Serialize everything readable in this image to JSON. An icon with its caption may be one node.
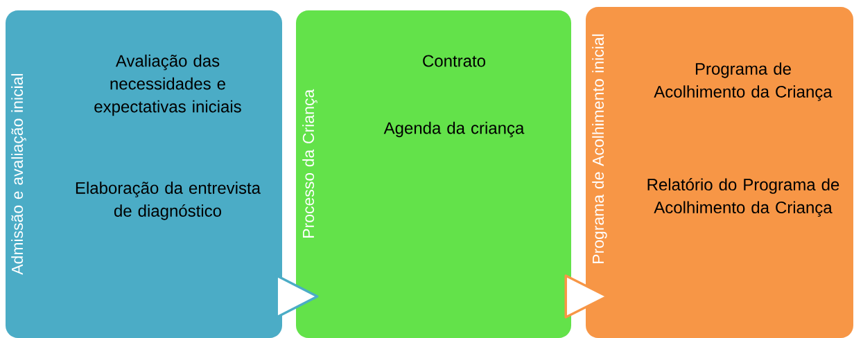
{
  "diagram": {
    "nodes": [
      {
        "text": [
          "Admissão e avaliação inicial",
          "Avaliação das necessidades e expectativas iniciais",
          "Elaboração da entrevista de diagnóstico"
        ]
      },
      {
        "text": [
          "Processo da Criança",
          "Contrato",
          "Agenda da criança"
        ]
      },
      {
        "text": [
          "Programa de Acolhimento inicial",
          "Programa de Acolhimento da Criança",
          "Relatório do Programa de Acolhimento da Criança"
        ]
      }
    ],
    "edges": [
      {
        "from": 0,
        "to": 1,
        "arrow": "to",
        "color": "#4bacc6"
      },
      {
        "from": 1,
        "to": 2,
        "arrow": "to",
        "color": "#f79646"
      }
    ]
  }
}
